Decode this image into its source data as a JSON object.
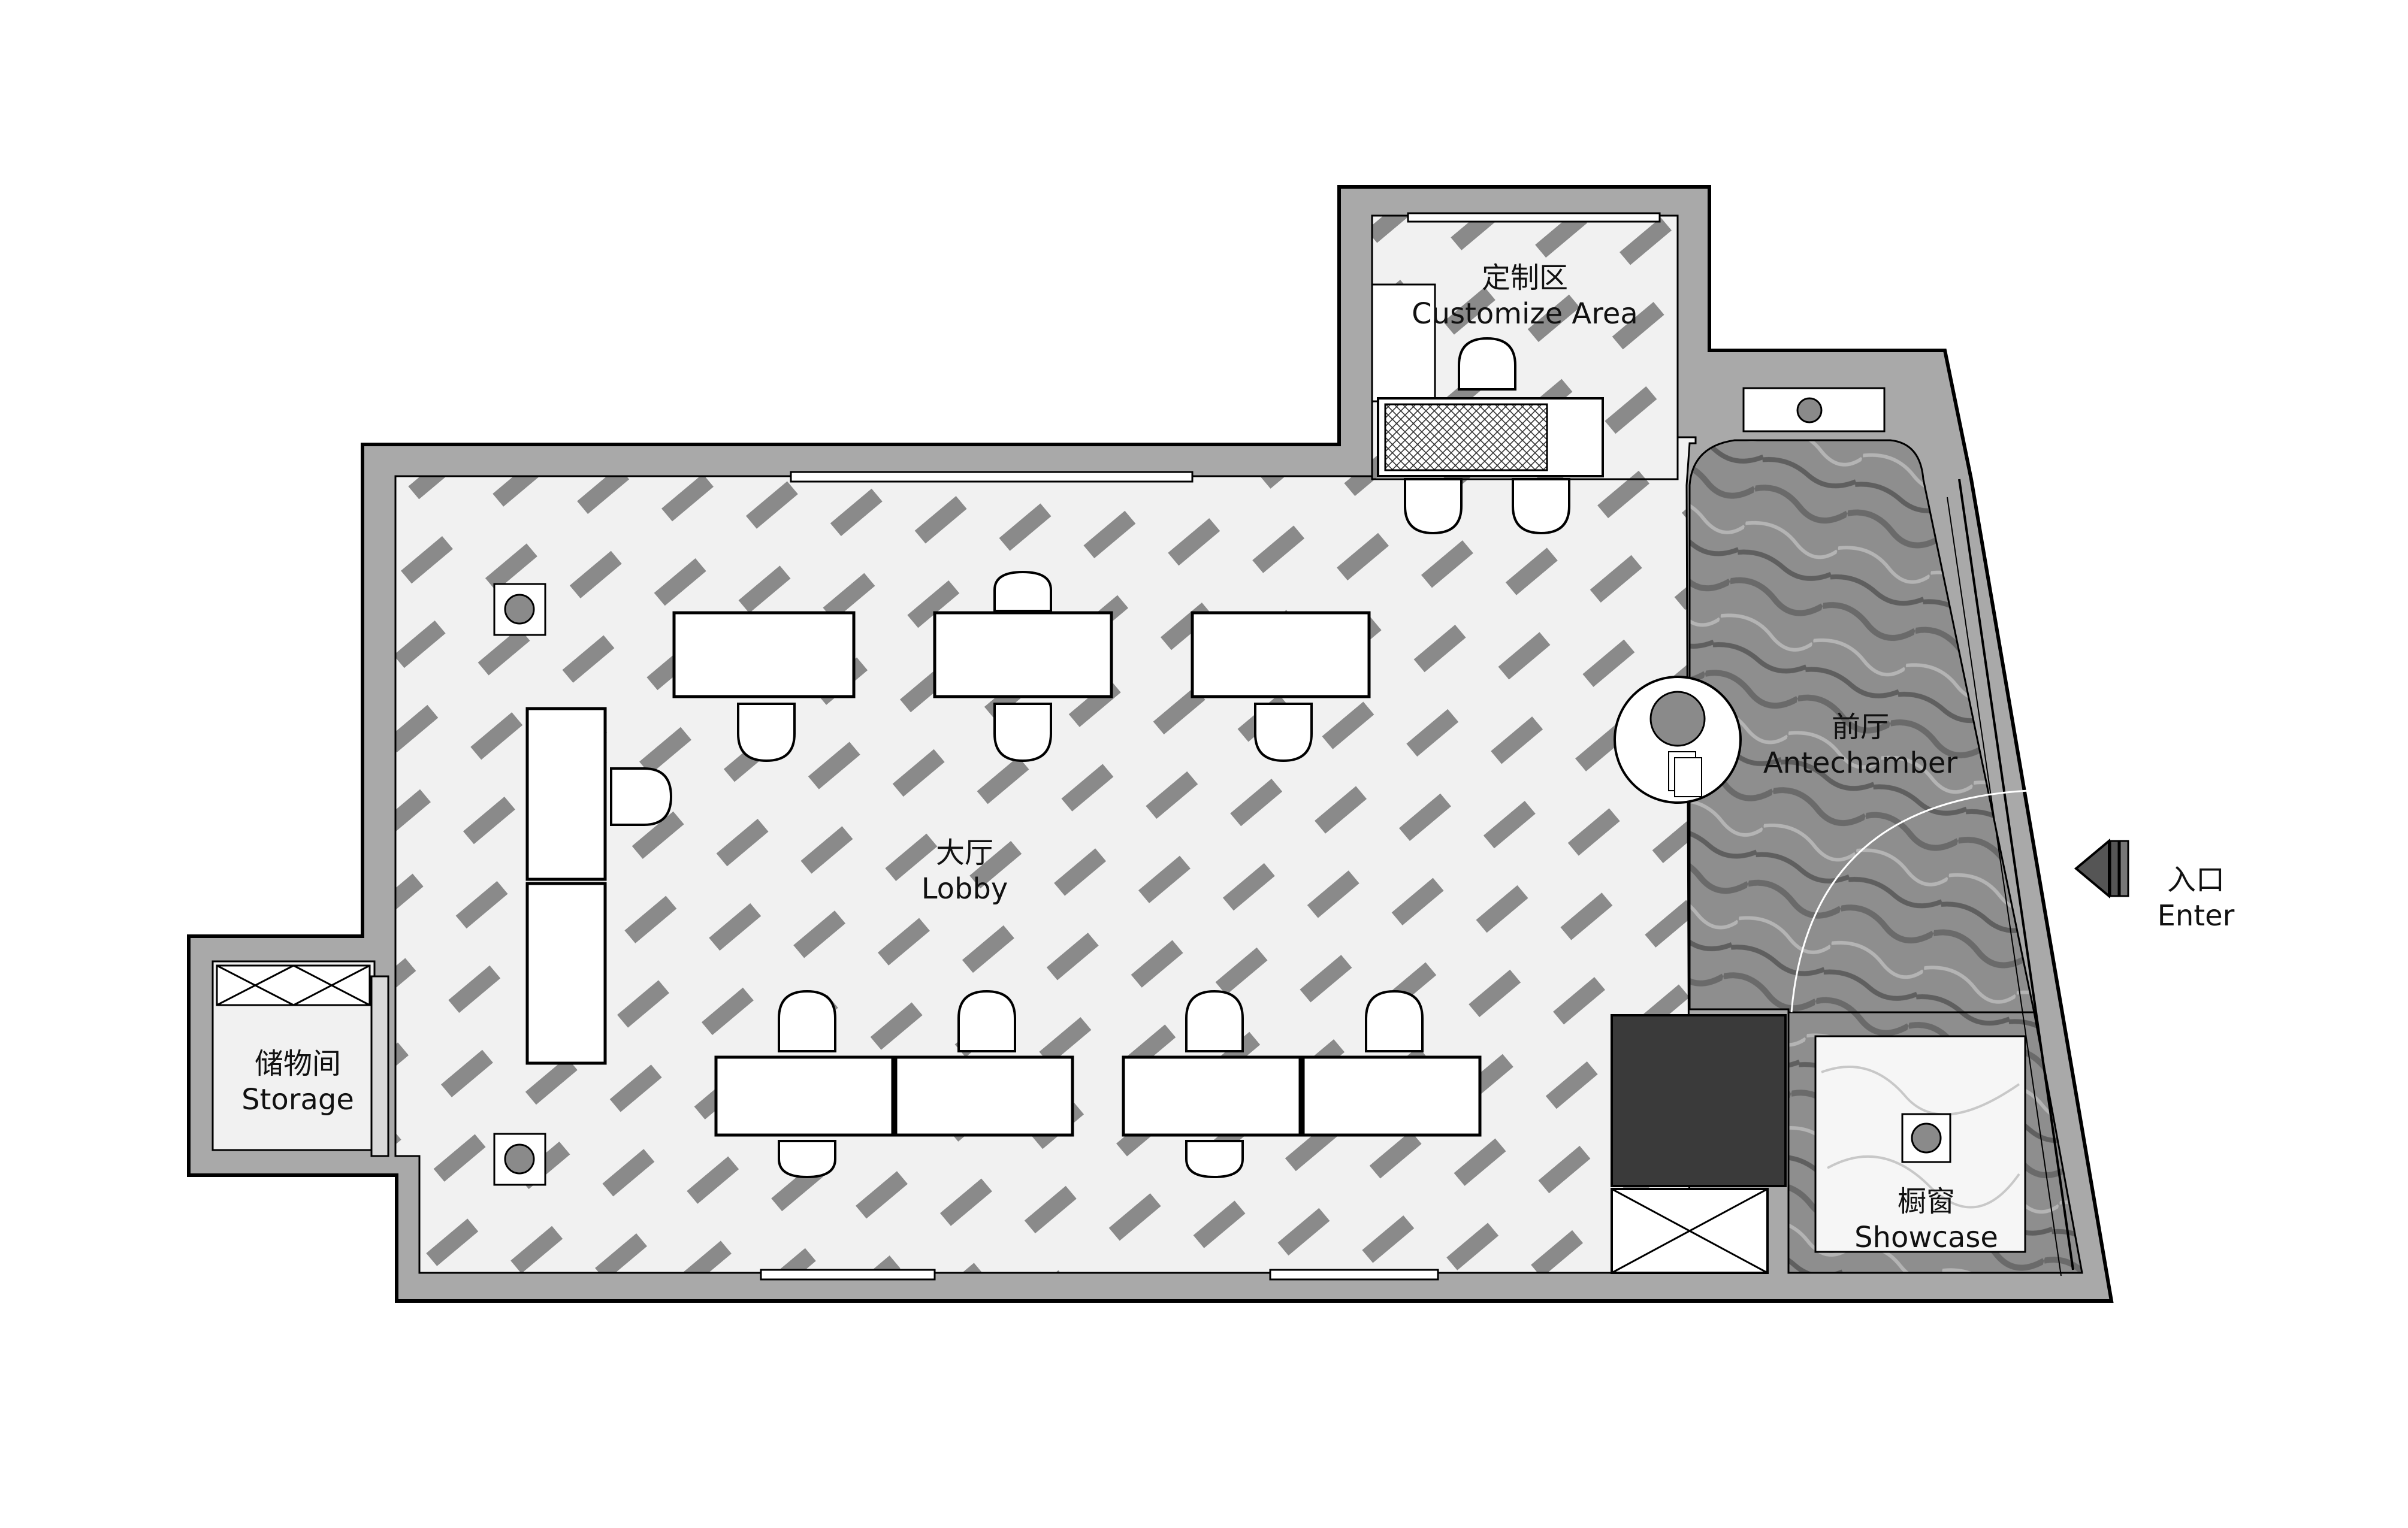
{
  "rooms": [
    {
      "zh": "定制区",
      "en": "Customize Area"
    },
    {
      "zh": "大厅",
      "en": "Lobby"
    },
    {
      "zh": "前厅",
      "en": "Antechamber"
    },
    {
      "zh": "储物间",
      "en": "Storage"
    },
    {
      "zh": "橱窗",
      "en": "Showcase"
    }
  ],
  "entry": {
    "zh": "入口",
    "en": "Enter"
  },
  "colors": {
    "wall": "#a9a9a9",
    "wall_outline": "#000000",
    "floor_light": "#f1f1f1",
    "floor_stripe": "#8a8a8a",
    "marble": "#8e8e8e",
    "dark_block": "#3a3a3a",
    "furniture_fill": "#ffffff"
  },
  "icons": [
    "entry-arrow-icon",
    "column-icon",
    "door-swing-icon"
  ]
}
